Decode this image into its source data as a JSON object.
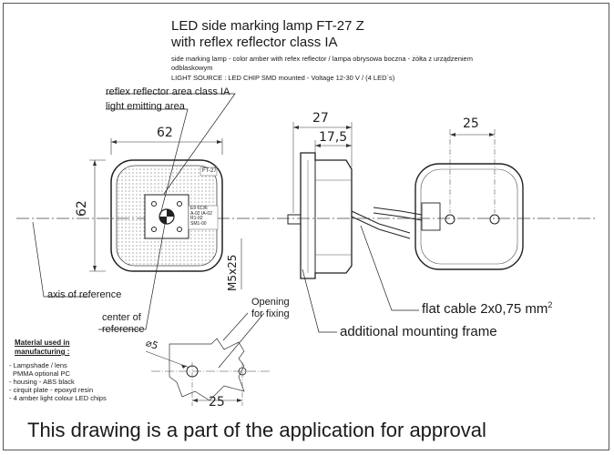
{
  "title": {
    "line1": "LED side marking lamp FT-27 Z",
    "line2": "with reflex reflector  class IA"
  },
  "description": {
    "line1": "side marking lamp - color amber with refex reflector / lampa obrysowa boczna - żółta z  urządzeniem",
    "line2": "odblaskowym",
    "line3": "LIGHT SOURCE : LED CHIP SMD mounted - Voltage 12-30 V / (4 LED`s)"
  },
  "annotations": {
    "reflex_area": "reflex reflector area class IA",
    "light_area": "light emitting area",
    "axis_ref": "axis of reference",
    "center_ref_1": "center of",
    "center_ref_2": "reference",
    "opening_1": "Opening",
    "opening_2": "for fixing",
    "flat_cable": "flat cable 2x0,75 mm",
    "flat_cable_sup": "2",
    "mount_frame": "additional mounting frame"
  },
  "dimensions": {
    "width_front": "62",
    "height_front": "62",
    "depth_total": "27",
    "depth_body": "17,5",
    "hole_spacing_back": "25",
    "hole_spacing_detail": "25",
    "hole_diameter": "⌀5",
    "thread": "M5x25"
  },
  "label_plate": {
    "mark": "E9",
    "code": "6136",
    "lines": [
      "A-02 IA-02",
      "R1-02",
      "SM1-00"
    ]
  },
  "lamp_badge": "FT-27",
  "materials": {
    "title": "Material used in manufacturing :",
    "items": [
      "- Lampshade / lens",
      "  PMMA optional PC",
      "- housing - ABS black",
      "- cirquit plate - epoxyd resin",
      "- 4 amber light colour LED chips"
    ]
  },
  "footer": "This drawing is a part of the application for approval"
}
